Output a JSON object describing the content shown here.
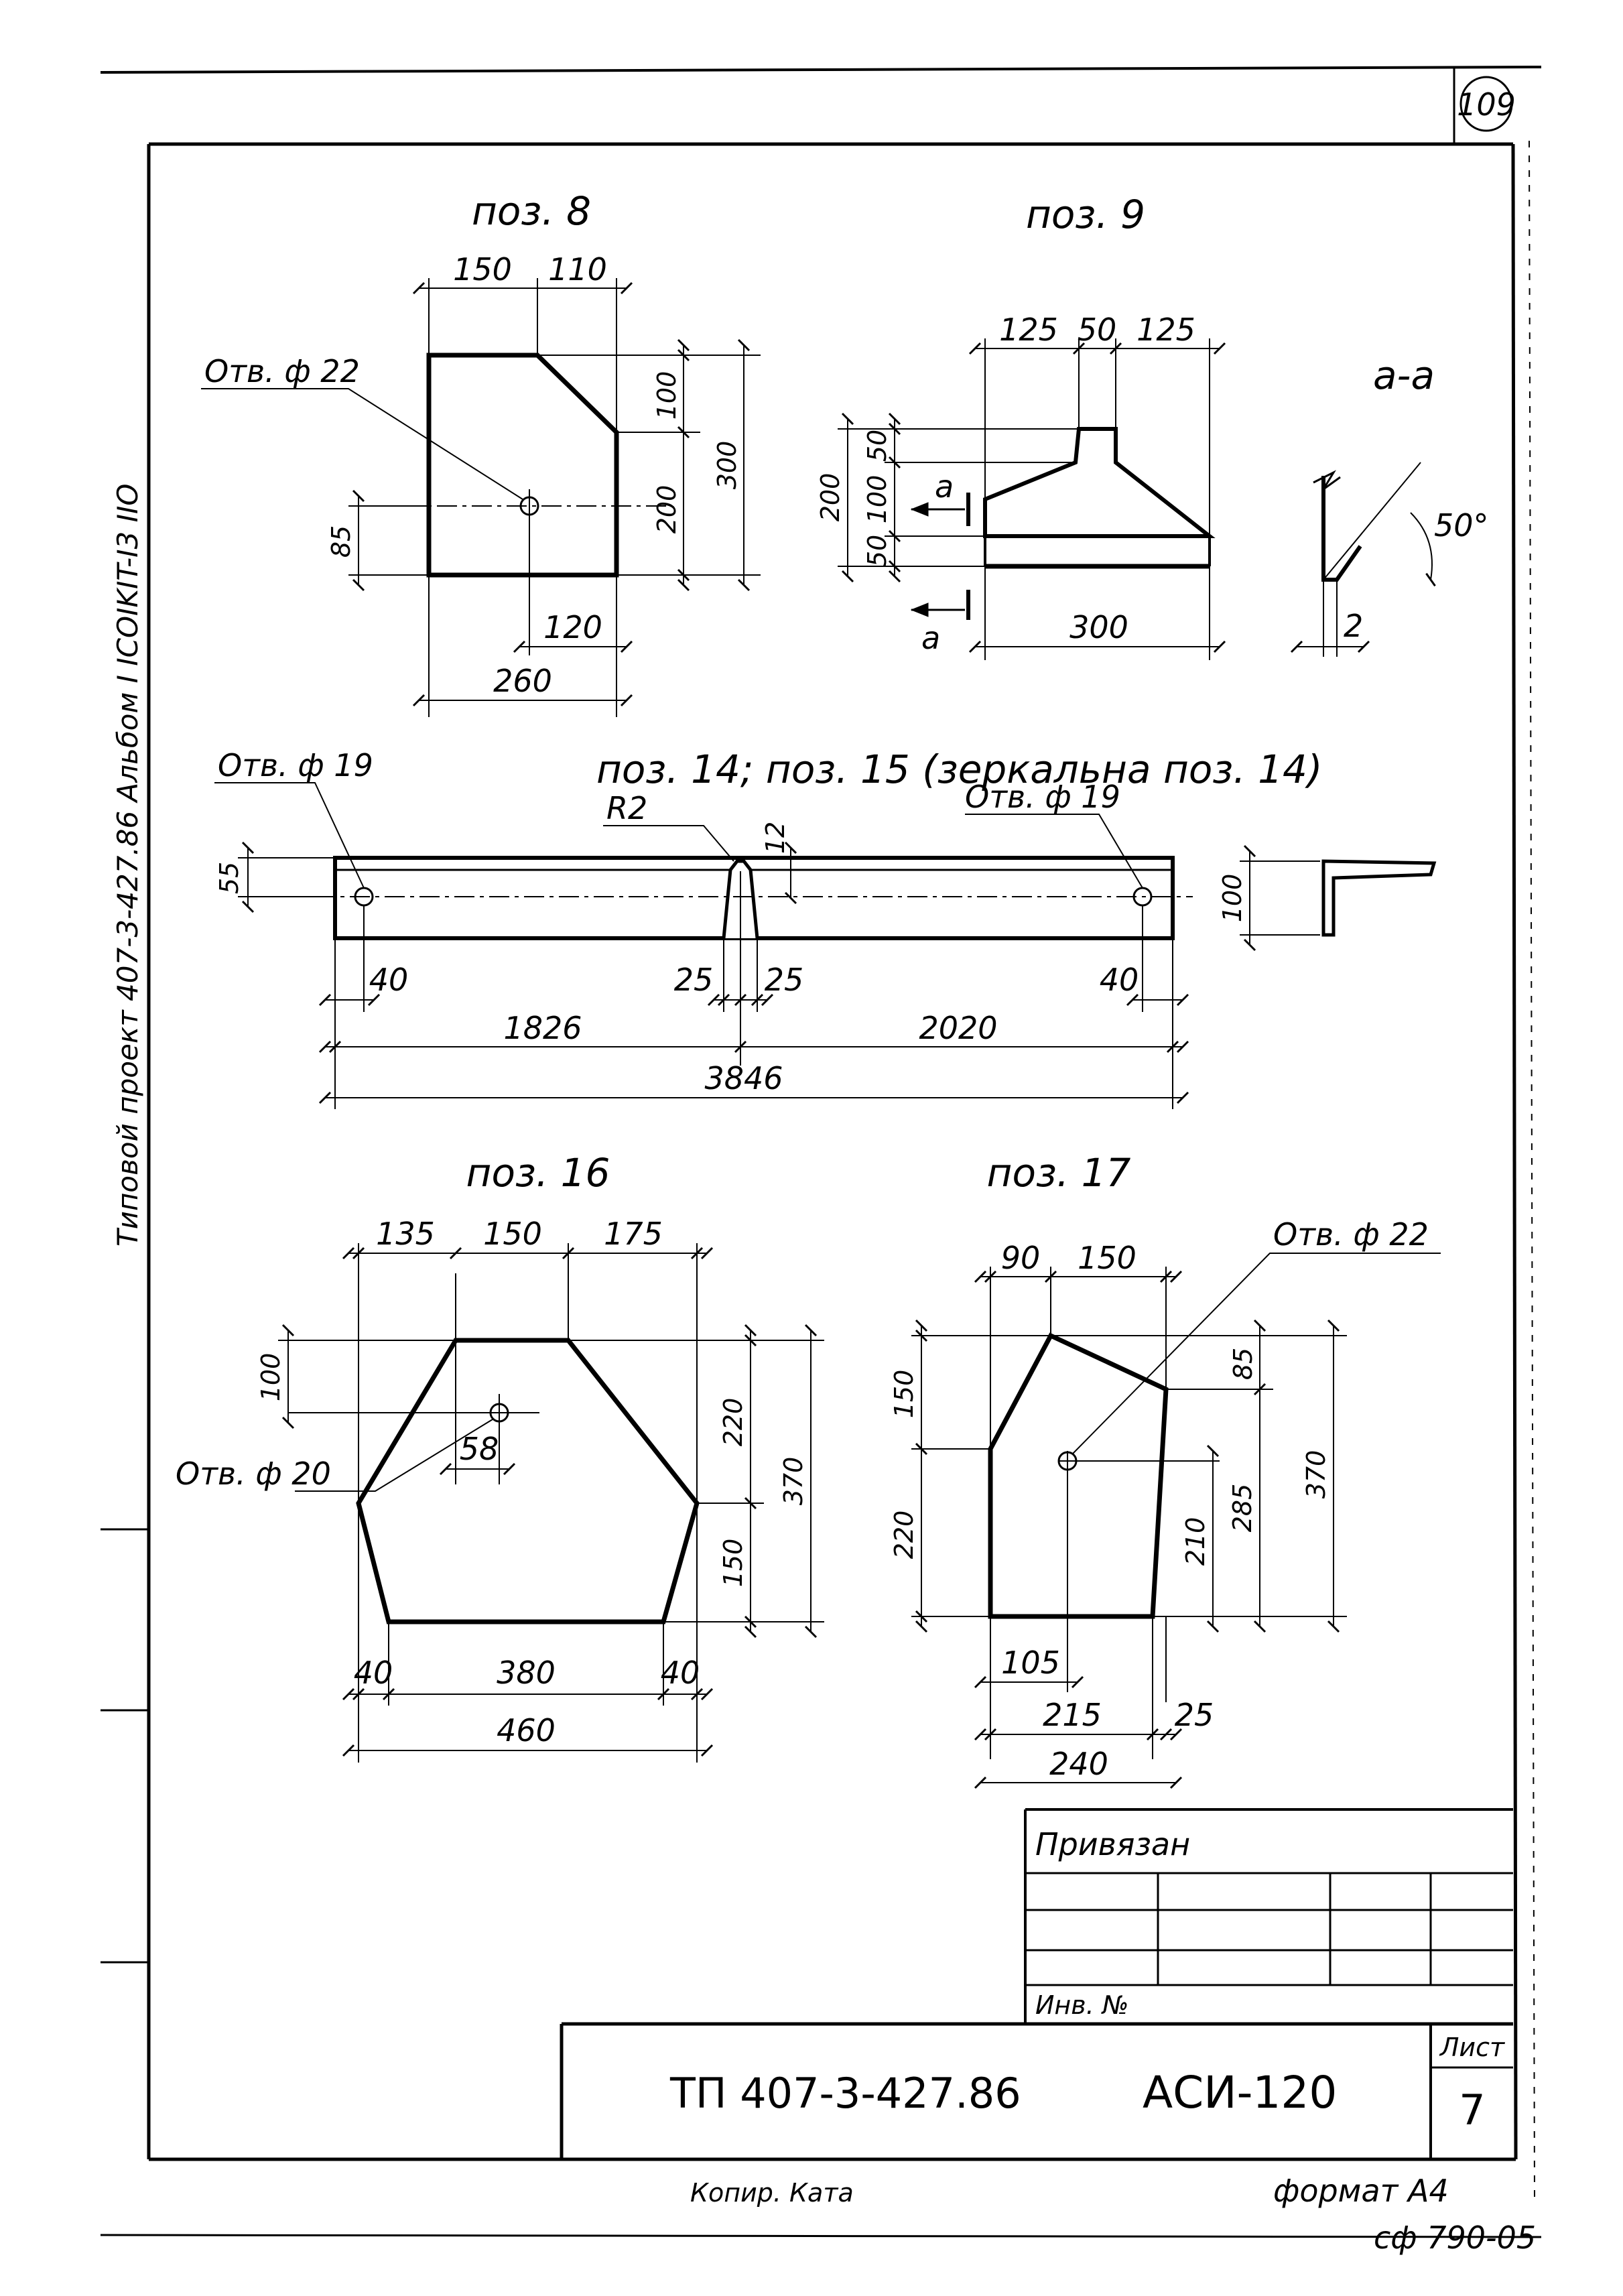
{
  "sheet": {
    "number": "109",
    "side_text": "Типовой проект 407-3-427.86    Альбом I    ICOIKIT-I3 IIO",
    "copy_note": "Копир. Ката",
    "format": "формат А4",
    "code": "сф 790-05"
  },
  "poz8": {
    "title": "поз. 8",
    "hole": "Отв. ф 22",
    "dims": {
      "d150": "150",
      "d110": "110",
      "d100": "100",
      "d200": "200",
      "d300": "300",
      "d85": "85",
      "d120": "120",
      "d260": "260"
    }
  },
  "poz9": {
    "title": "поз. 9",
    "section_letter": "а",
    "dims": {
      "d125a": "125",
      "d50": "50",
      "d125b": "125",
      "d200": "200",
      "d50a": "50",
      "d100": "100",
      "d50b": "50",
      "d300": "300"
    }
  },
  "section_aa": {
    "title": "а-а",
    "angle": "50°",
    "dim": "2"
  },
  "poz14": {
    "title": "поз. 14; поз. 15 (зеркальна  поз. 14)",
    "hole_left": "Отв. ф 19",
    "hole_right": "Отв. ф 19",
    "radius": "R2",
    "dims": {
      "d55": "55",
      "d12": "12",
      "d40a": "40",
      "d25a": "25",
      "d25b": "25",
      "d40b": "40",
      "d1826": "1826",
      "d2020": "2020",
      "d3846": "3846",
      "d100": "100"
    }
  },
  "poz16": {
    "title": "поз. 16",
    "hole": "Отв. ф 20",
    "dims": {
      "d135": "135",
      "d150": "150",
      "d175": "175",
      "d100": "100",
      "d58": "58",
      "d220": "220",
      "d150v": "150",
      "d370": "370",
      "d40a": "40",
      "d380": "380",
      "d40b": "40",
      "d460": "460"
    }
  },
  "poz17": {
    "title": "поз. 17",
    "hole": "Отв. ф 22",
    "dims": {
      "d90": "90",
      "d150": "150",
      "d85": "85",
      "d150v": "150",
      "d220": "220",
      "d210": "210",
      "d285": "285",
      "d370": "370",
      "d105": "105",
      "d215": "215",
      "d25": "25",
      "d240": "240"
    }
  },
  "title_block": {
    "privyazan": "Привязан",
    "inv": "Инв. №",
    "doc": "ТП 407-3-427.86",
    "mark": "АСИ-120",
    "sheet_label": "Лист",
    "sheet_no": "7"
  }
}
